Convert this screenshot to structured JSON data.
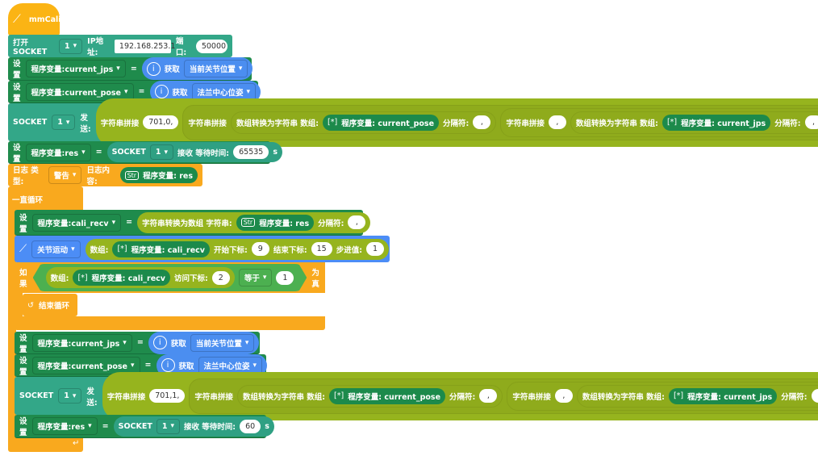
{
  "hat": {
    "title": "mmCali",
    "icon": "robot-arm-icon"
  },
  "open_socket": {
    "label": "打开SOCKET",
    "id": "1",
    "ip_label": "IP地址:",
    "ip": "192.168.253.1",
    "port_label": "端口:",
    "port": "50000"
  },
  "set_label": "设置",
  "eq": "=",
  "get_label": "获取",
  "set_jps": {
    "var": "程序变量:current_jps",
    "source": "当前关节位置"
  },
  "set_pose": {
    "var": "程序变量:current_pose",
    "source": "法兰中心位姿"
  },
  "send1": {
    "socket": "SOCKET",
    "id": "1",
    "send_label": "发送:",
    "concat": "字符串拼接",
    "prefix": "701,0,",
    "concat2": "字符串拼接",
    "arr2str": "数组转换为字符串 数组:",
    "var_pose": "程序变量: current_pose",
    "sep_label": "分隔符:",
    "sep": ",",
    "concat3": "字符串拼接",
    "comma": ",",
    "arr2str2": "数组转换为字符串 数组:",
    "var_jps": "程序变量: current_jps",
    "sep_label2": "分隔符:",
    "sep2": ","
  },
  "set_res1": {
    "var": "程序变量:res",
    "socket": "SOCKET",
    "id": "1",
    "recv": "接收 等待时间:",
    "timeout": "65535",
    "unit": "s"
  },
  "log": {
    "type_label": "日志 类型:",
    "type": "警告",
    "content_label": "日志内容:",
    "var": "程序变量: res"
  },
  "loop": {
    "label": "一直循环"
  },
  "set_cali": {
    "var": "程序变量:cali_recv",
    "func": "字符串转换为数组 字符串:",
    "str_var": "程序变量: res",
    "sep_label": "分隔符:",
    "sep": ","
  },
  "joint": {
    "mode": "关节运动",
    "arr_label": "数组:",
    "var": "程序变量: cali_recv",
    "start_label": "开始下标:",
    "start": "9",
    "end_label": "结束下标:",
    "end": "15",
    "step_label": "步进值:",
    "step": "1"
  },
  "if": {
    "label": "如果",
    "arr_label": "数组:",
    "var": "程序变量: cali_recv",
    "index_label": "访问下标:",
    "index": "2",
    "op": "等于",
    "value": "1",
    "then": "为真",
    "break": "结束循环"
  },
  "send2": {
    "prefix": "701,1,"
  },
  "set_res2": {
    "timeout": "60"
  },
  "colors": {
    "event": "#fbb414",
    "socket": "#33a788",
    "variable": "#1f8b4c",
    "robot": "#4b8ef0",
    "string": "#96b41e",
    "control": "#f9a91e"
  }
}
